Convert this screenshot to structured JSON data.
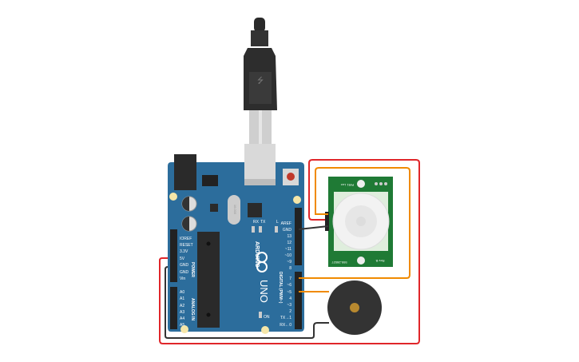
{
  "board": {
    "brand": "ARDUINO",
    "model": "UNO",
    "power_group_label": "POWER",
    "analog_group_label": "ANALOG IN",
    "digital_group_label": "DIGITAL (PWM~)",
    "on_label": "ON",
    "led_labels": [
      "RX",
      "TX",
      "L"
    ],
    "crystal_label": "16.000",
    "power_pins": [
      "IOREF",
      "RESET",
      "3.3V",
      "5V",
      "GND",
      "GND",
      "Vin"
    ],
    "analog_pins": [
      "A0",
      "A1",
      "A2",
      "A3",
      "A4",
      "A5"
    ],
    "digital_pins_top": [
      "AREF",
      "GND",
      "13",
      "12",
      "~11",
      "~10",
      "~9",
      "8"
    ],
    "digital_pins_bottom": [
      "7",
      "~6",
      "~5",
      "4",
      "~3",
      "2",
      "TX→1",
      "RX←0"
    ]
  },
  "pir_sensor": {
    "top_label": "PIR1 Lux",
    "bottom_label": "555-28027",
    "rev_label": "Rev B"
  },
  "colors": {
    "board": "#2c6d9c",
    "wire_red": "#e0262a",
    "wire_orange": "#f08a00",
    "wire_black": "#333333",
    "pir_green": "#1f7a35",
    "buzzer": "#333333"
  }
}
